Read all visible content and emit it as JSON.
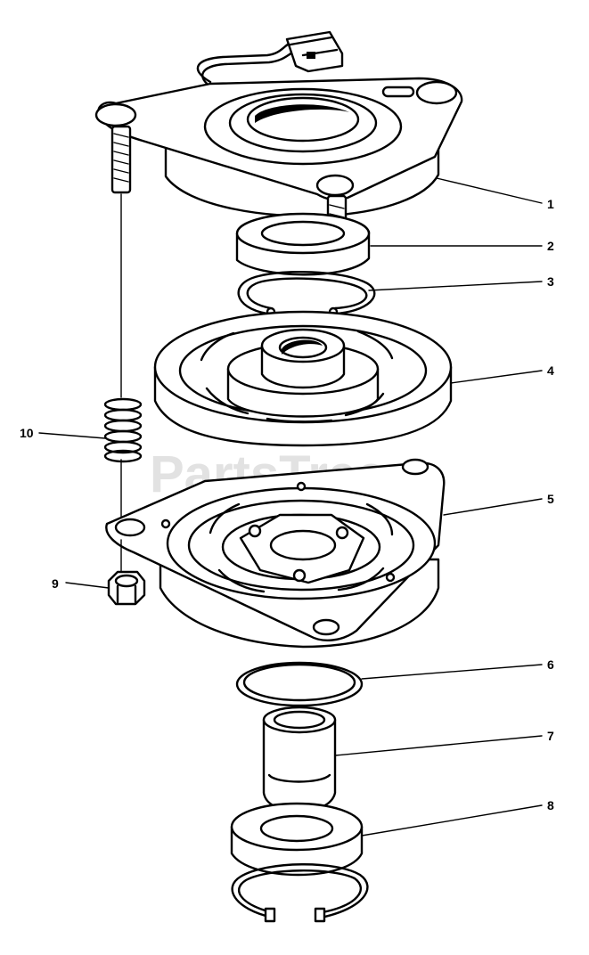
{
  "watermark": "PartsTree",
  "callouts": [
    {
      "id": "part-1",
      "label": "1"
    },
    {
      "id": "part-2",
      "label": "2"
    },
    {
      "id": "part-3",
      "label": "3"
    },
    {
      "id": "part-4",
      "label": "4"
    },
    {
      "id": "part-5",
      "label": "5"
    },
    {
      "id": "part-6",
      "label": "6"
    },
    {
      "id": "part-7",
      "label": "7"
    },
    {
      "id": "part-8",
      "label": "8"
    },
    {
      "id": "part-9",
      "label": "9"
    },
    {
      "id": "part-10",
      "label": "10"
    }
  ]
}
